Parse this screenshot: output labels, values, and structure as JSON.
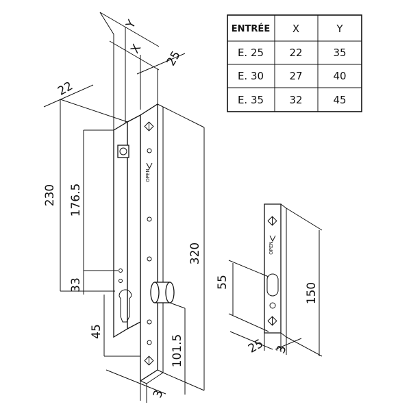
{
  "table": {
    "headers": [
      "ENTRÉE",
      "X",
      "Y"
    ],
    "rows": [
      [
        "E. 25",
        "22",
        "35"
      ],
      [
        "E. 30",
        "27",
        "40"
      ],
      [
        "E. 35",
        "32",
        "45"
      ]
    ]
  },
  "lock_dims": {
    "y": "Y",
    "x": "X",
    "d25_top": "25",
    "d22": "22",
    "d230": "230",
    "d176": "176.5",
    "d320": "320",
    "d33": "33",
    "d45": "45",
    "d101": "101.5",
    "d3": "3"
  },
  "strike_dims": {
    "d55": "55",
    "d150": "150",
    "d25": "25",
    "d3": "3"
  },
  "logo_text": "OPEN"
}
